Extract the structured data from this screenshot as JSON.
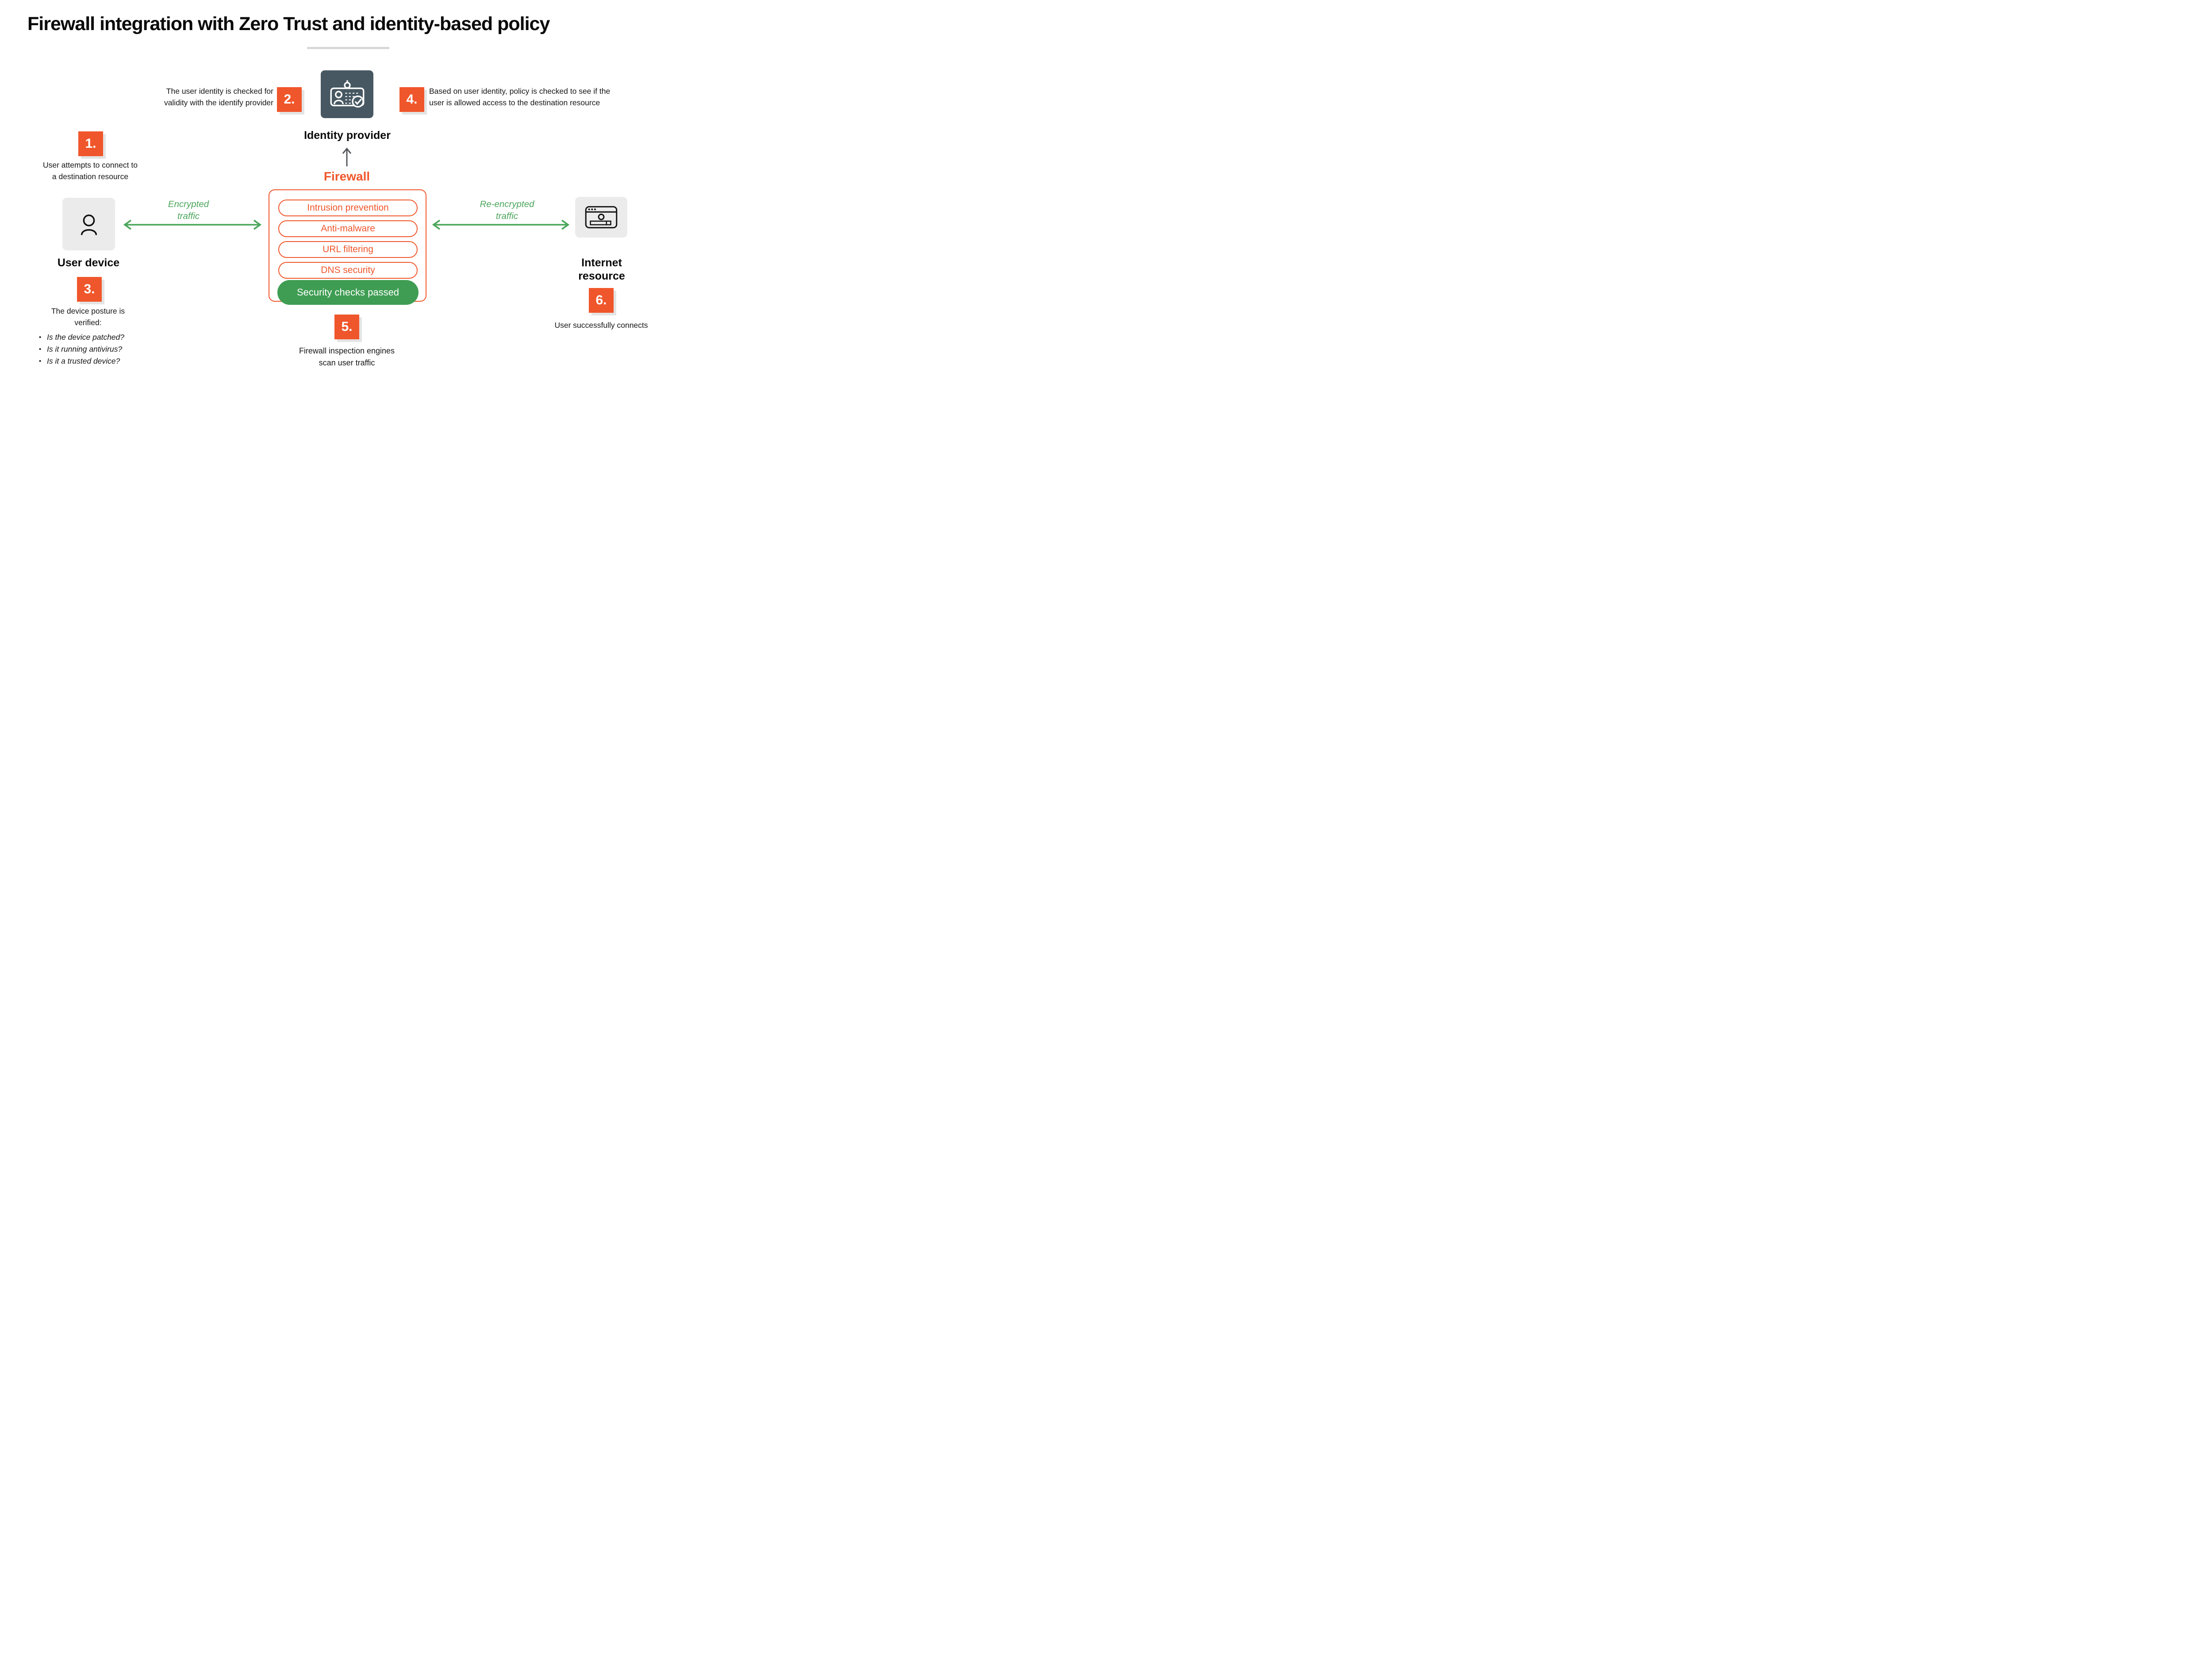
{
  "title": "Firewall integration with Zero Trust and identity-based policy",
  "colors": {
    "accent_orange": "#F0562B",
    "slate": "#475862",
    "green_arrow": "#4BA65B",
    "green_pill": "#3E9D52",
    "shadow_gray": "#E4E4E4",
    "node_gray": "#EBEBEB",
    "divider_gray": "#D8D8D8",
    "dark_arrow": "#54585C"
  },
  "icons": {
    "identity": "id-badge-check-icon",
    "user_device": "person-icon",
    "internet_resource": "browser-window-icon"
  },
  "steps": {
    "step1": {
      "num": "1.",
      "line1": "User attempts to connect to",
      "line2": "a destination resource"
    },
    "step2": {
      "num": "2.",
      "line1": "The user identity is checked for",
      "line2": "validity with the identify provider"
    },
    "step3": {
      "num": "3.",
      "line1": "The device posture is",
      "line2": "verified:",
      "bullets": [
        "Is the device patched?",
        "Is it running antivirus?",
        "Is it a trusted device?"
      ]
    },
    "step4": {
      "num": "4.",
      "line1": "Based on user identity, policy is checked to see if the",
      "line2": "user is allowed access to the destination resource"
    },
    "step5": {
      "num": "5.",
      "line1": "Firewall inspection engines",
      "line2": "scan user traffic"
    },
    "step6": {
      "num": "6.",
      "text": "User successfully connects"
    }
  },
  "nodes": {
    "identity": {
      "label": "Identity provider"
    },
    "user_device": {
      "label": "User device"
    },
    "internet": {
      "line1": "Internet",
      "line2": "resource"
    }
  },
  "firewall": {
    "title": "Firewall",
    "engines": [
      "Intrusion prevention",
      "Anti-malware",
      "URL filtering",
      "DNS security"
    ],
    "status": "Security checks passed"
  },
  "traffic": {
    "left": {
      "line1": "Encrypted",
      "line2": "traffic"
    },
    "right": {
      "line1": "Re-encrypted",
      "line2": "traffic"
    }
  }
}
